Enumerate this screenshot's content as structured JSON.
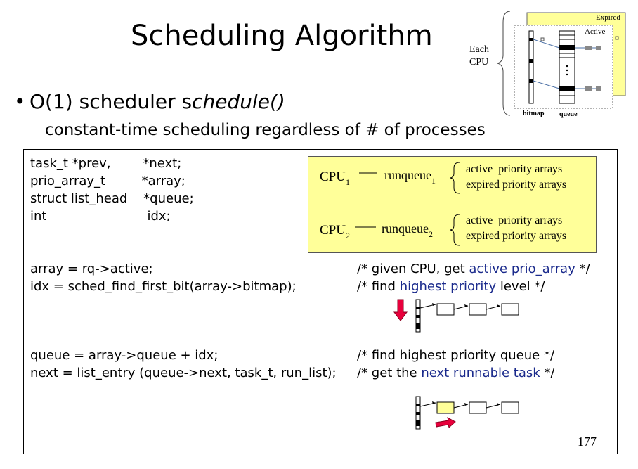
{
  "slide": {
    "title": "Scheduling Algorithm",
    "bullet_plain": "O(1) scheduler s",
    "bullet_italic": "chedule()",
    "subtitle": "constant-time scheduling regardless of   # of processes",
    "page_number": "177"
  },
  "inset_diagram": {
    "expired_label": "Expired",
    "active_label": "Active",
    "each_label": "Each",
    "cpu_label": "CPU",
    "bitmap_label": "bitmap",
    "queue_label": "queue"
  },
  "code": {
    "decls": "task_t *prev,        *next;\nprio_array_t         *array;\nstruct list_head    *queue;\nint                         idx;",
    "block2": "array = rq->active;\nidx = sched_find_first_bit(array->bitmap);",
    "comment1_pre": "/* given CPU, get ",
    "comment1_hl": "active prio_array",
    "comment1_post": " */",
    "comment2_pre": "/* find ",
    "comment2_hl": "highest priority",
    "comment2_post": " level */",
    "block3": "queue = array->queue + idx;\nnext = list_entry (queue->next, task_t, run_list);",
    "comment3": "/* find highest priority queue */",
    "comment4_pre": "/* get the ",
    "comment4_hl": "next runnable task",
    "comment4_post": " */"
  },
  "cpu_box": {
    "cpu_base": "CPU",
    "cpu1_sub": "1",
    "cpu2_sub": "2",
    "runqueue_base": "runqueue",
    "rq1_sub": "1",
    "rq2_sub": "2",
    "active_arrays": "active  priority arrays",
    "expired_arrays": "expired priority arrays"
  },
  "colors": {
    "highlight_text": "#1a2a8c",
    "box_yellow": "#ffff99",
    "arrow_red": "#e8003c"
  }
}
